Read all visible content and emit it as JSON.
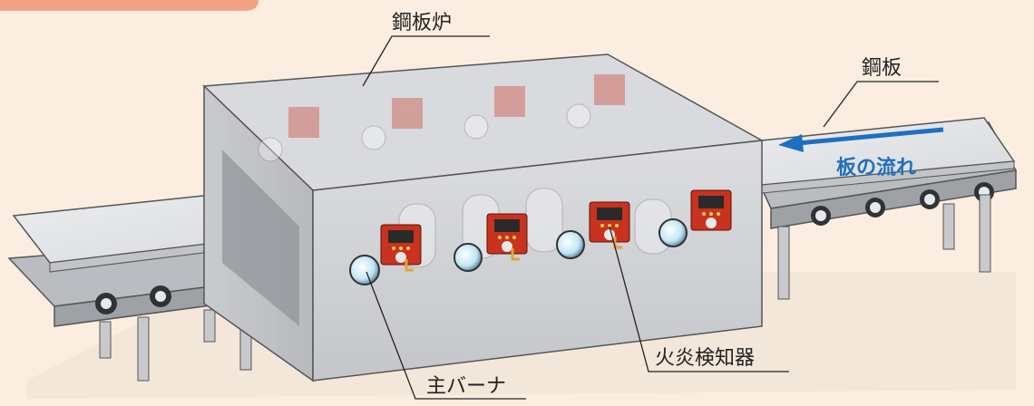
{
  "labels": {
    "furnace": "鋼板炉",
    "steel_plate": "鋼板",
    "flow": "板の流れ",
    "main_burner": "主バーナ",
    "flame_detector": "火炎検知器"
  },
  "colors": {
    "background": "#fbeee0",
    "tab_accent": "#f2a384",
    "furnace_body": "#d3d4d7",
    "plate": "#e6e7e9",
    "flow_arrow": "#1f6fc0",
    "detector": "#c8321e"
  },
  "icons": {
    "flame_detector": "flame-detector-icon",
    "burner": "burner-port-icon",
    "roller": "roller-icon"
  }
}
